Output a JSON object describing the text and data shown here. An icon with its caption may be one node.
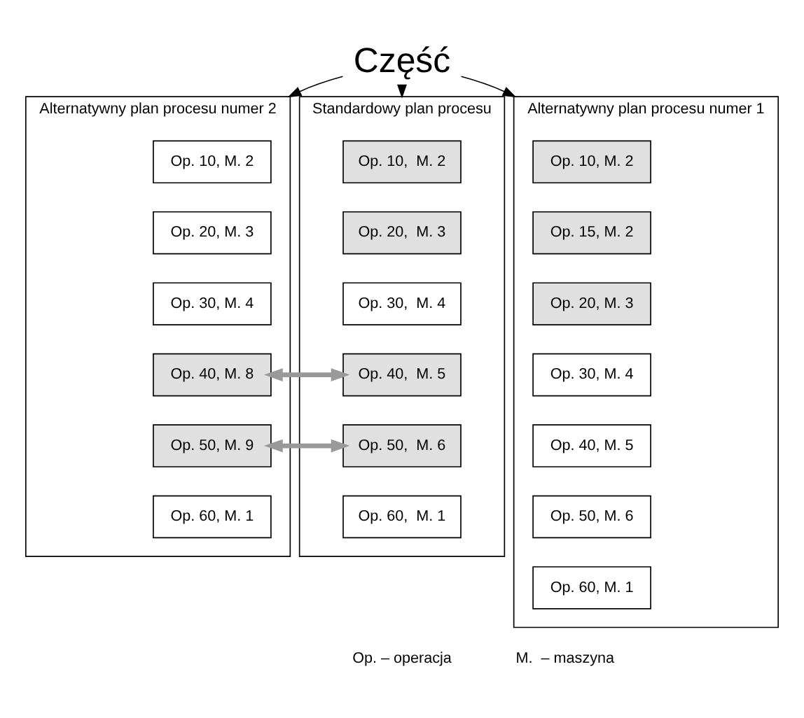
{
  "diagram": {
    "nodes": [
      {
        "text": [
          "Część"
        ]
      },
      {
        "text": [
          "Alternatywny plan procesu numer 2"
        ]
      },
      {
        "text": [
          "Op. 10, M. 2"
        ],
        "in": 1
      },
      {
        "text": [
          "Op. 20, M. 3"
        ],
        "in": 1
      },
      {
        "text": [
          "Op. 30, M. 4"
        ],
        "in": 1
      },
      {
        "text": [
          "Op. 40, M. 8"
        ],
        "in": 1
      },
      {
        "text": [
          "Op. 50, M. 9"
        ],
        "in": 1
      },
      {
        "text": [
          "Op. 60, M. 1"
        ],
        "in": 1
      },
      {
        "text": [
          "Standardowy plan procesu"
        ]
      },
      {
        "text": [
          "Op. 10,  M. 2"
        ],
        "in": 8
      },
      {
        "text": [
          "Op. 20,  M. 3"
        ],
        "in": 8
      },
      {
        "text": [
          "Op. 30,  M. 4"
        ],
        "in": 8
      },
      {
        "text": [
          "Op. 40,  M. 5"
        ],
        "in": 8
      },
      {
        "text": [
          "Op. 50,  M. 6"
        ],
        "in": 8
      },
      {
        "text": [
          "Op. 60,  M. 1"
        ],
        "in": 8
      },
      {
        "text": [
          "Alternatywny plan procesu numer 1"
        ]
      },
      {
        "text": [
          "Op. 10, M. 2"
        ],
        "in": 15
      },
      {
        "text": [
          "Op. 15, M. 2"
        ],
        "in": 15
      },
      {
        "text": [
          "Op. 20, M. 3"
        ],
        "in": 15
      },
      {
        "text": [
          "Op. 30, M. 4"
        ],
        "in": 15
      },
      {
        "text": [
          "Op. 40, M. 5"
        ],
        "in": 15
      },
      {
        "text": [
          "Op. 50, M. 6"
        ],
        "in": 15
      },
      {
        "text": [
          "Op. 60, M. 1"
        ],
        "in": 15
      }
    ],
    "edges": [
      {
        "from": 0,
        "to": 1,
        "arrow": "to"
      },
      {
        "from": 0,
        "to": 8,
        "arrow": "to"
      },
      {
        "from": 0,
        "to": 15,
        "arrow": "to"
      },
      {
        "from": 5,
        "to": 12,
        "arrow": "both",
        "style": "thick",
        "color": "#999999"
      },
      {
        "from": 6,
        "to": 13,
        "arrow": "both",
        "style": "thick",
        "color": "#999999"
      }
    ],
    "labels": [
      "Op. – operacja",
      "M.  – maszyna"
    ]
  }
}
